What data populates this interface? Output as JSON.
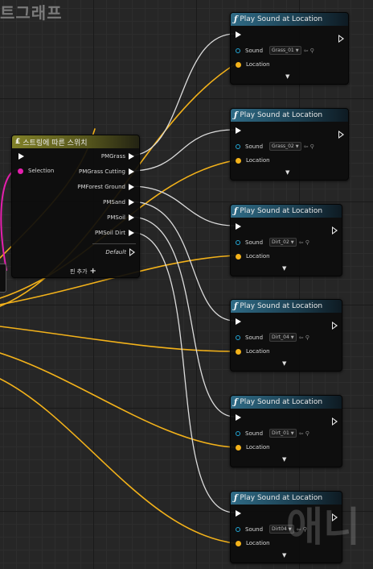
{
  "graph_title": "트그래프",
  "watermark": "애니",
  "colors": {
    "exec": "#ffffff",
    "location_wire": "#f3b21a",
    "selection_wire": "#e51fae",
    "sound_pin": "#22a6d6"
  },
  "switch_node": {
    "title": "스트링에 따른 스위치",
    "icon": "£",
    "selection_label": "Selection",
    "outputs": [
      "PMGrass",
      "PMGrass Cutting",
      "PMForest Ground",
      "PMSand",
      "PMSoil",
      "PMSoil Dirt"
    ],
    "default_label": "Default",
    "add_pin_label": "핀 추가",
    "add_pin_icon": "+"
  },
  "play_sound_nodes": [
    {
      "title": "Play Sound at Location",
      "sound_label": "Sound",
      "sound_asset": "Grass_01",
      "location_label": "Location"
    },
    {
      "title": "Play Sound at Location",
      "sound_label": "Sound",
      "sound_asset": "Grass_02",
      "location_label": "Location"
    },
    {
      "title": "Play Sound at Location",
      "sound_label": "Sound",
      "sound_asset": "Dirt_02",
      "location_label": "Location"
    },
    {
      "title": "Play Sound at Location",
      "sound_label": "Sound",
      "sound_asset": "Dirt_04",
      "location_label": "Location"
    },
    {
      "title": "Play Sound at Location",
      "sound_label": "Sound",
      "sound_asset": "Dirt_01",
      "location_label": "Location"
    },
    {
      "title": "Play Sound at Location",
      "sound_label": "Sound",
      "sound_asset": "Dirt04",
      "location_label": "Location"
    }
  ],
  "icons": {
    "function": "ƒ",
    "expand": "▼",
    "asset_dropdown": "▼",
    "asset_tools": "⇦ ⚲"
  }
}
